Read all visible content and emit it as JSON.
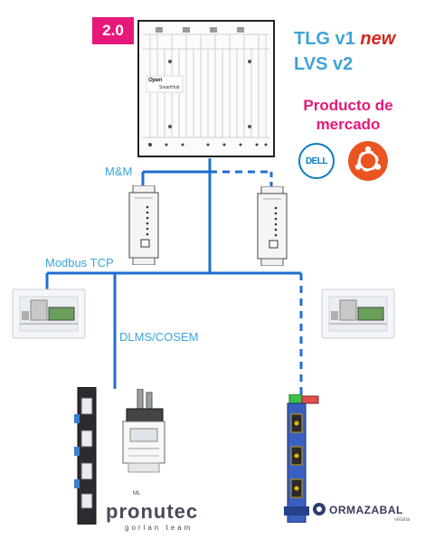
{
  "badge": {
    "version": "2.0"
  },
  "title": {
    "tlg": "TLG v1",
    "new": "new",
    "lvs": "LVS v2"
  },
  "product": {
    "line1": "Producto de",
    "line2": "mercado"
  },
  "hub": {
    "brand": "Open",
    "name": "SmartHub"
  },
  "links": {
    "mm": "M&M",
    "modbus": "Modbus TCP",
    "dlms": "DLMS/COSEM"
  },
  "logos": {
    "dell": "DELL",
    "ubuntu": "ubuntu-icon",
    "pronutec": "pronutec",
    "pronutec_sub": "gorlan team",
    "ormazabal": "ORMAZABAL",
    "ormazabal_sub": "velatia"
  },
  "devices": {
    "meter_label": "ML"
  },
  "colors": {
    "accent": "#1f6fd1",
    "label": "#3ea3d8",
    "pink": "#e6197a",
    "red": "#d4261b"
  }
}
